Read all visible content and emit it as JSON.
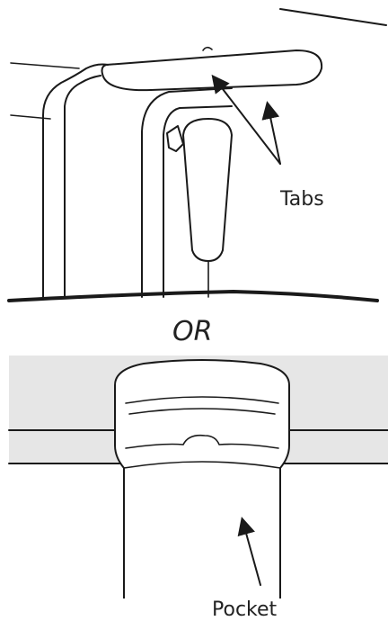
{
  "labels": {
    "tabs": "Tabs",
    "or": "OR",
    "pocket": "Pocket"
  },
  "colors": {
    "line": "#1a1a1a",
    "shelf_fill": "#e6e6e6",
    "background": "#ffffff"
  }
}
